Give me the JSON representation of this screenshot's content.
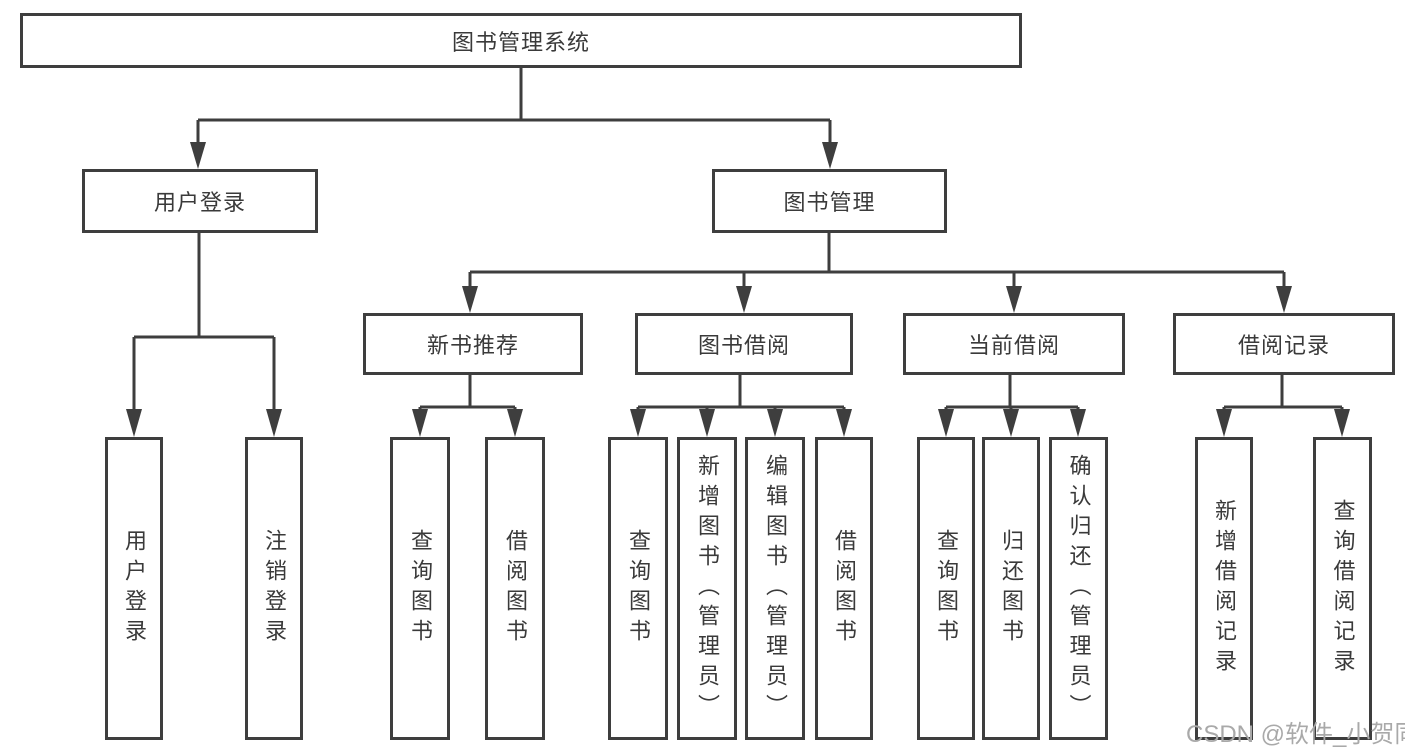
{
  "diagram_title": "图书管理系统",
  "watermark": "CSDN @软件_小贺同学",
  "colors": {
    "line": "#3e3e3e",
    "text": "#3a3a3a",
    "watermark": "#a9a9a9",
    "background": "#ffffff"
  },
  "tree": {
    "label": "图书管理系统",
    "children": [
      {
        "label": "用户登录",
        "children": [
          {
            "label": "用户登录"
          },
          {
            "label": "注销登录"
          }
        ]
      },
      {
        "label": "图书管理",
        "children": [
          {
            "label": "新书推荐",
            "children": [
              {
                "label": "查询图书"
              },
              {
                "label": "借阅图书"
              }
            ]
          },
          {
            "label": "图书借阅",
            "children": [
              {
                "label": "查询图书"
              },
              {
                "label": "新增图书（管理员）"
              },
              {
                "label": "编辑图书（管理员）"
              },
              {
                "label": "借阅图书"
              }
            ]
          },
          {
            "label": "当前借阅",
            "children": [
              {
                "label": "查询图书"
              },
              {
                "label": "归还图书"
              },
              {
                "label": "确认归还（管理员）"
              }
            ]
          },
          {
            "label": "借阅记录",
            "children": [
              {
                "label": "新增借阅记录"
              },
              {
                "label": "查询借阅记录"
              }
            ]
          }
        ]
      }
    ]
  }
}
